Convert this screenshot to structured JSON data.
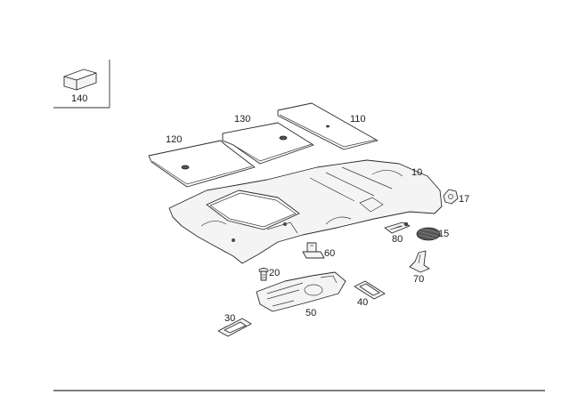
{
  "diagram": {
    "callouts": {
      "c10": "10",
      "c15": "15",
      "c17": "17",
      "c20": "20",
      "c30": "30",
      "c40": "40",
      "c50": "50",
      "c60": "60",
      "c70": "70",
      "c80": "80",
      "c110": "110",
      "c120": "120",
      "c130": "130",
      "c140": "140"
    },
    "colors": {
      "line": "#2a2a2a",
      "fill": "#f4f4f4",
      "rule": "#333333"
    }
  }
}
